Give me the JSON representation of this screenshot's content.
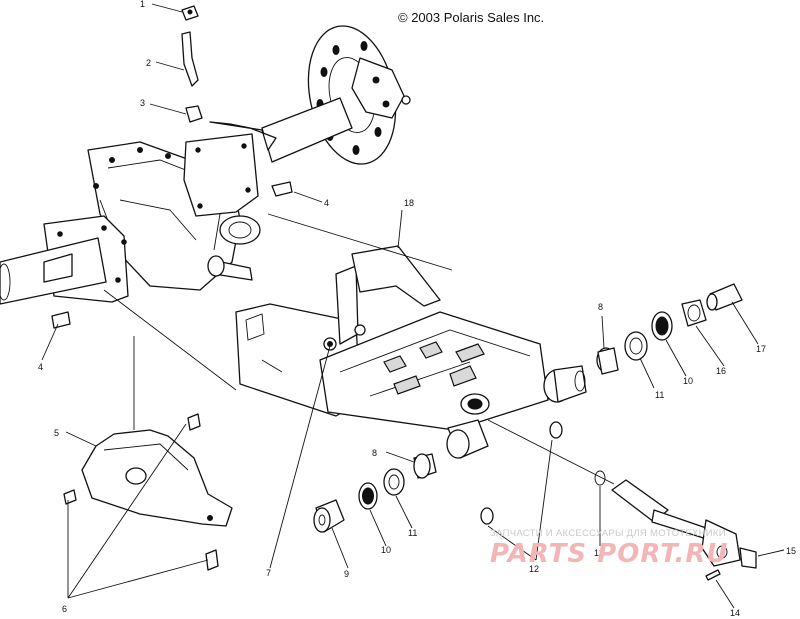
{
  "copyright": "© 2003 Polaris Sales Inc.",
  "callouts": [
    "1",
    "2",
    "3",
    "4",
    "4",
    "5",
    "6",
    "7",
    "8",
    "8",
    "9",
    "10",
    "10",
    "11",
    "11",
    "12",
    "13",
    "14",
    "15",
    "16",
    "17",
    "18"
  ],
  "watermark": {
    "caption": "ЗАПЧАСТИ И АКСЕССУАРЫ ДЛЯ МОТОТЕХНИКИ",
    "logo": "PARTS PORT.RU"
  }
}
